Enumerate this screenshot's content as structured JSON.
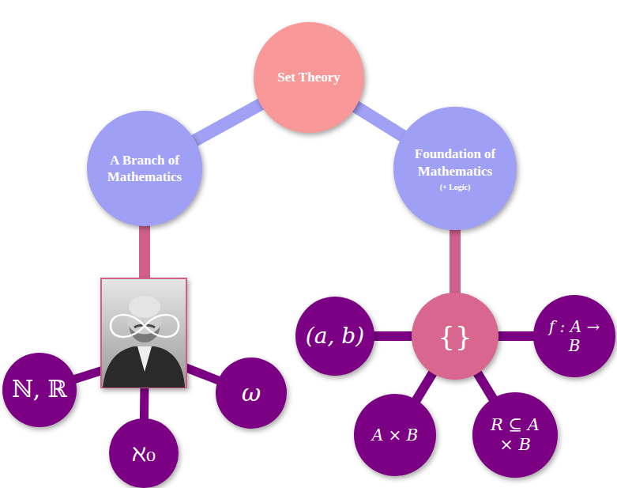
{
  "diagram": {
    "nodes": [
      {
        "text": [
          "Set Theory"
        ]
      },
      {
        "text": [
          "A Branch of Mathematics"
        ]
      },
      {
        "text": [
          "Foundation of Mathematics",
          "(+ Logic)"
        ]
      },
      {
        "text": [
          "ℕ, ℝ"
        ]
      },
      {
        "text": [
          "ℵ₀"
        ]
      },
      {
        "text": [
          "ω"
        ]
      },
      {
        "text": [
          "{}"
        ]
      },
      {
        "text": [
          "(a, b)"
        ]
      },
      {
        "text": [
          "f : A → B"
        ]
      },
      {
        "text": [
          "A × B"
        ]
      },
      {
        "text": [
          "R ⊆ A × B"
        ]
      }
    ],
    "edges": [
      {
        "from": 0,
        "to": 1,
        "arrow": "none"
      },
      {
        "from": 0,
        "to": 2,
        "arrow": "none"
      },
      {
        "from": 2,
        "to": 6,
        "arrow": "none"
      },
      {
        "from": 6,
        "to": 7,
        "arrow": "none"
      },
      {
        "from": 6,
        "to": 8,
        "arrow": "none"
      },
      {
        "from": 6,
        "to": 9,
        "arrow": "none"
      },
      {
        "from": 6,
        "to": 10,
        "arrow": "none"
      }
    ]
  }
}
